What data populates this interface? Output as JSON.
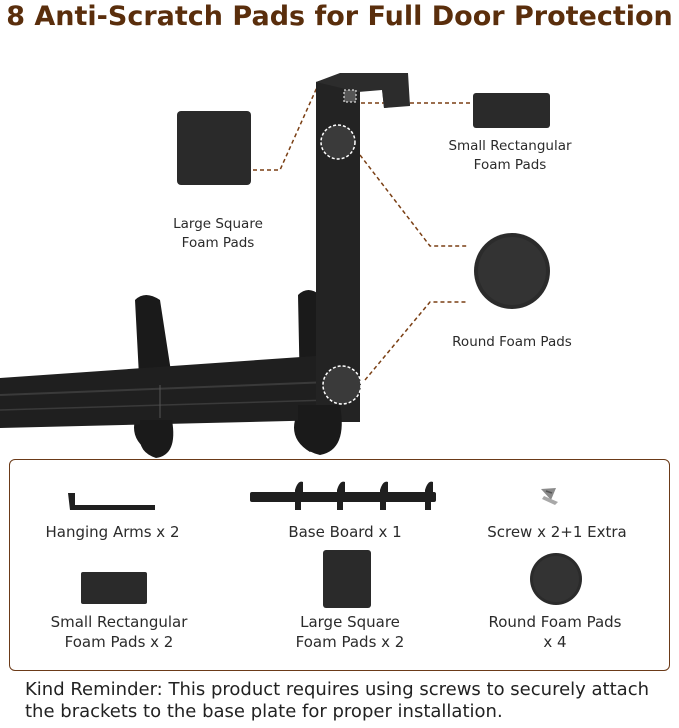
{
  "title": "8 Anti-Scratch Pads for Full Door Protection",
  "callouts": {
    "large_square": "Large Square\nFoam Pads",
    "small_rect": "Small Rectangular\nFoam Pads",
    "round": "Round Foam Pads"
  },
  "inventory": {
    "hanging_arms": "Hanging Arms x 2",
    "base_board": "Base Board x 1",
    "screw": "Screw x 2+1 Extra",
    "small_rect_pads": "Small Rectangular\nFoam Pads x 2",
    "large_square_pads": "Large Square\nFoam Pads x 2",
    "round_pads": "Round Foam Pads\nx 4"
  },
  "reminder": "Kind Reminder: This product requires using screws to securely attach the brackets to the base plate for proper installation.",
  "colors": {
    "title": "#5a2e0c",
    "accent_border": "#6b3a18",
    "product": "#1e1e1e"
  }
}
